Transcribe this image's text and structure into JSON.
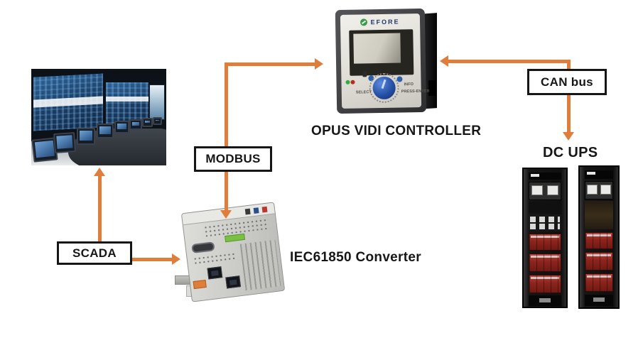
{
  "diagram": {
    "type": "system-architecture-diagram",
    "background_color": "#ffffff",
    "arrow_color": "#df7e3a",
    "box_border_color": "#161616",
    "boxes": {
      "scada": "SCADA",
      "modbus": "MODBUS",
      "can_bus": "CAN bus"
    },
    "captions": {
      "controller": "OPUS VIDI CONTROLLER",
      "converter": "IEC61850 Converter",
      "dc_ups": "DC UPS"
    },
    "controller_device": {
      "brand": "EFORE",
      "select_label": "SELECT",
      "info_label": "INFO",
      "press_enter_label": "PRESS-ENTER"
    },
    "images": {
      "control_room": "SCADA control room with wall screens and operator monitors",
      "converter": "Industrial IEC61850 protocol converter module",
      "dc_ups": "Two black DC UPS racks with red battery modules"
    },
    "connections": [
      {
        "from": "SCADA",
        "to": "control room",
        "arrow": "up"
      },
      {
        "from": "SCADA",
        "to": "IEC61850 Converter",
        "arrow": "right"
      },
      {
        "from": "IEC61850 Converter",
        "to": "OPUS VIDI CONTROLLER",
        "via": "MODBUS",
        "arrowheads": [
          "into controller",
          "into converter"
        ]
      },
      {
        "from": "OPUS VIDI CONTROLLER",
        "to": "DC UPS",
        "via": "CAN bus",
        "arrowheads": [
          "into controller",
          "into DC UPS"
        ]
      }
    ]
  }
}
